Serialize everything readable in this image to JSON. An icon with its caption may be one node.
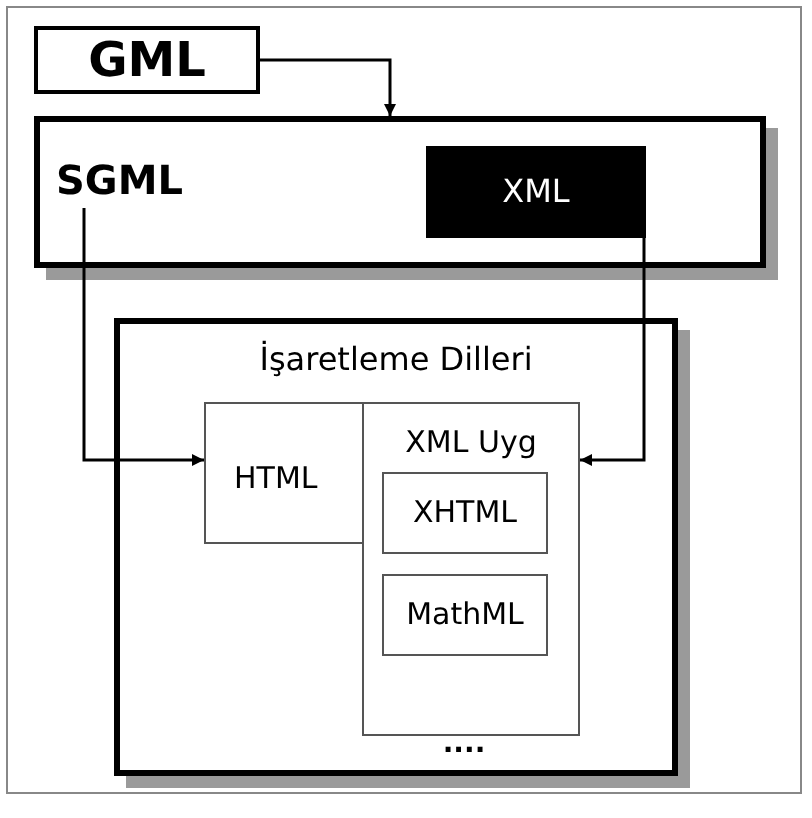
{
  "diagram": {
    "nodes": [
      {
        "text": [
          "GML"
        ]
      },
      {
        "text": [
          "SGML"
        ]
      },
      {
        "text": [
          "XML"
        ],
        "in": 1
      },
      {
        "text": [
          "İşaretleme Dilleri"
        ]
      },
      {
        "text": [
          "HTML"
        ],
        "in": 3
      },
      {
        "text": [
          "XML Uyg"
        ],
        "in": 3
      },
      {
        "text": [
          "XHTML"
        ],
        "in": 5
      },
      {
        "text": [
          "MathML"
        ],
        "in": 5
      }
    ],
    "edges": [
      {
        "from": 0,
        "to": 1,
        "arrow": "to"
      },
      {
        "from": 1,
        "to": 4,
        "arrow": "to"
      },
      {
        "from": 2,
        "to": 5,
        "arrow": "to"
      }
    ],
    "labels": [
      "...."
    ]
  }
}
